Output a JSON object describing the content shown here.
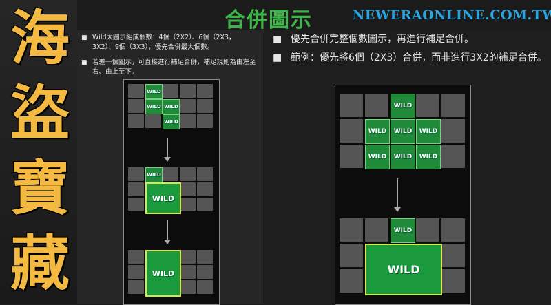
{
  "side_title": [
    "海",
    "盜",
    "寶",
    "藏"
  ],
  "header": {
    "title": "合併圖示",
    "site": "NEWERAONLINE.COM.TW"
  },
  "left_bullets": [
    {
      "mark": "■",
      "text": "Wild大圖示組成個數：4個（2X2）、6個（2X3，3X2）、9個（3X3），優先合併最大個數。"
    },
    {
      "mark": "■",
      "text": "若差一個圖示，可直接進行補足合併，補足規則為由左至右、由上至下。"
    }
  ],
  "right_bullets": [
    {
      "mark": "■",
      "text": "優先合併完整個數圖示，再進行補足合併。"
    },
    {
      "mark": "■",
      "text": "範例：優先將6個（2X3）合併，而非進行3X2的補足合併。"
    }
  ],
  "wild_label": "WILD",
  "colors": {
    "accent_title": "#3fb449",
    "site": "#2aa5df",
    "side_text": "#f4b940",
    "wild": "#1e8a3a"
  }
}
